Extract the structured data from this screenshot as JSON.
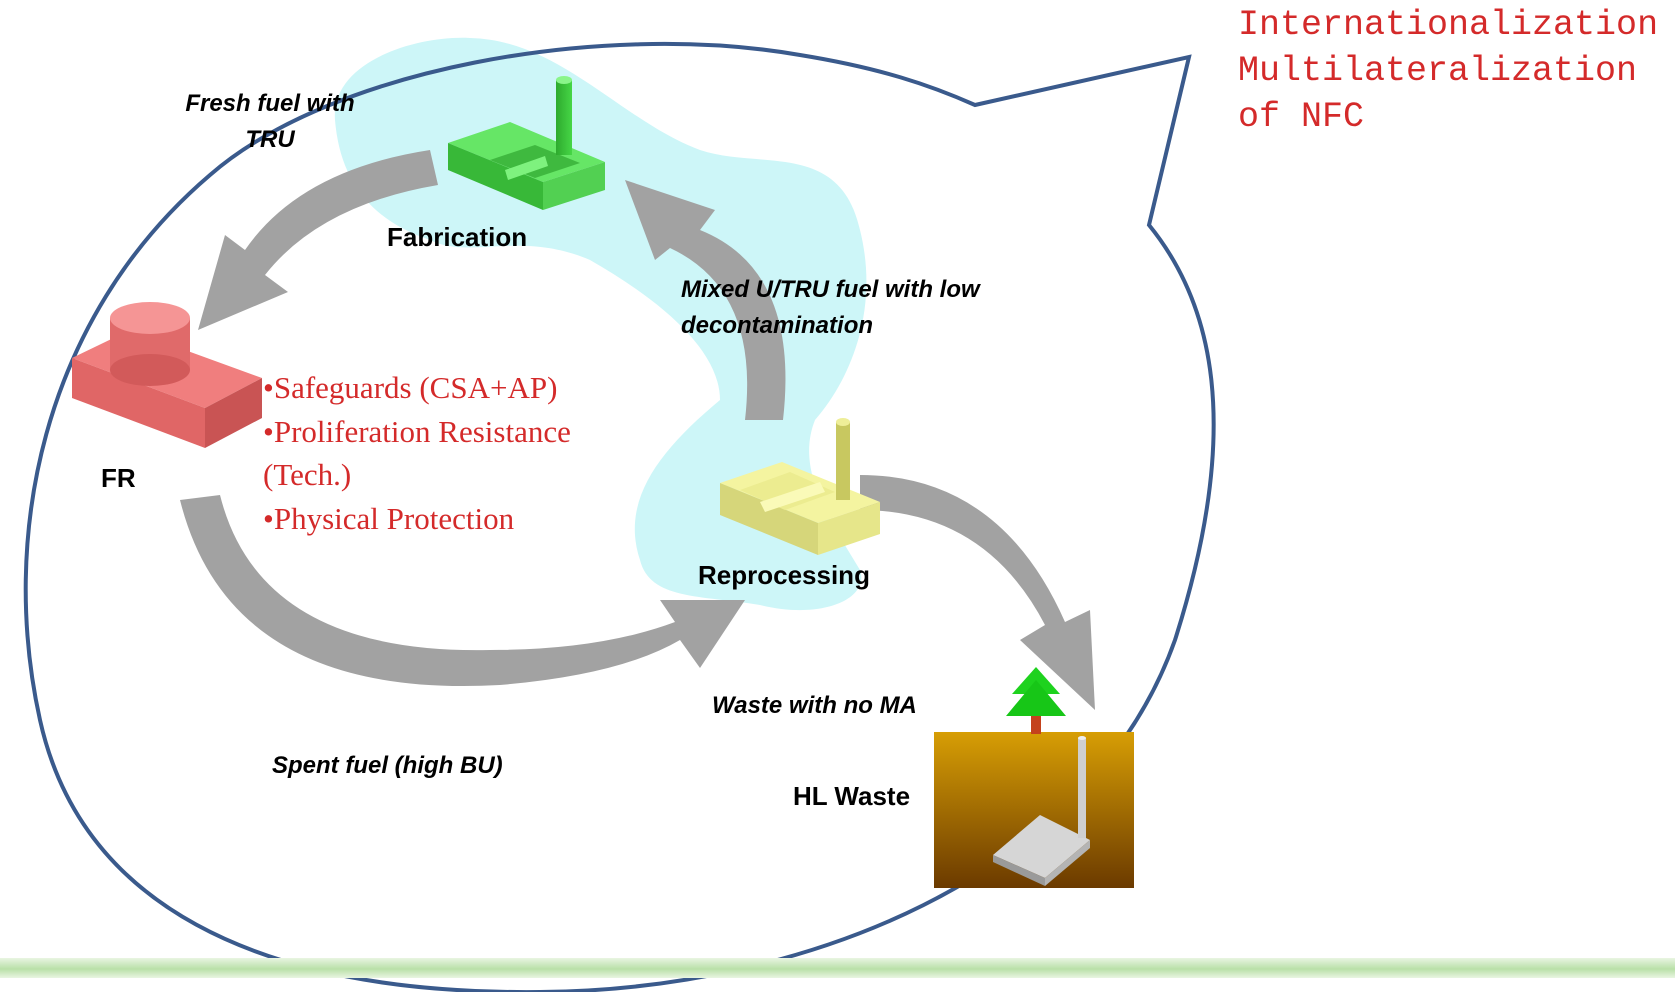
{
  "callout_title": {
    "lines": [
      "Internationalization",
      "Multilateralization",
      "of NFC"
    ]
  },
  "facilities": {
    "fabrication": "Fabrication",
    "fr": "FR",
    "reprocessing": "Reprocessing",
    "hl_waste": "HL Waste"
  },
  "flows": {
    "fresh_fuel": [
      "Fresh fuel with",
      "TRU"
    ],
    "mixed_fuel": [
      "Mixed U/TRU fuel with low",
      "decontamination"
    ],
    "spent_fuel": "Spent fuel (high BU)",
    "waste": "Waste with no MA"
  },
  "measures": [
    "•Safeguards (CSA+AP)",
    "•Proliferation Resistance",
    "(Tech.)",
    "•Physical Protection"
  ],
  "colors": {
    "outline": "#3a5a8c",
    "highlight": "#cdf6f8",
    "arrow": "#a2a2a2",
    "fabrication": "#3ec43e",
    "fr": "#e87070",
    "reprocessing": "#eaea8c",
    "waste_soil": "#b8860b",
    "red_text": "#d42a2a"
  }
}
